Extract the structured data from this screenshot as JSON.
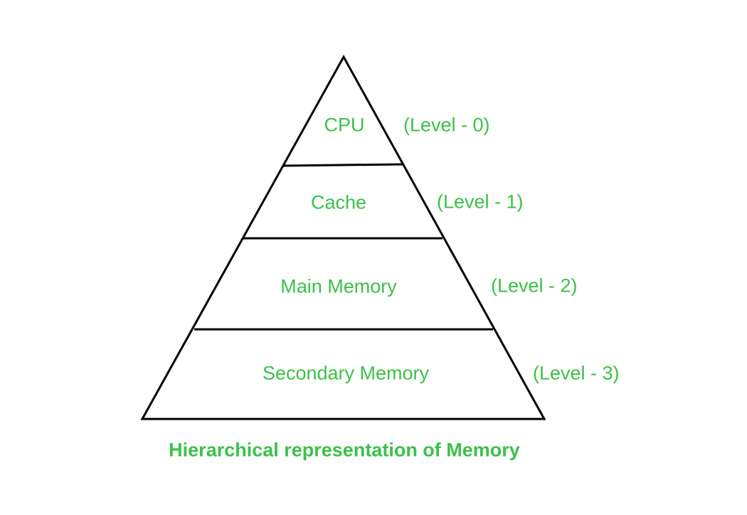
{
  "diagram": {
    "type": "pyramid",
    "title": "Hierarchical representation of Memory",
    "text_color": "#3cc04a",
    "line_color": "#000000",
    "tiers": [
      {
        "name": "CPU",
        "level": "(Level - 0)"
      },
      {
        "name": "Cache",
        "level": "(Level - 1)"
      },
      {
        "name": "Main Memory",
        "level": "(Level - 2)"
      },
      {
        "name": "Secondary Memory",
        "level": "(Level - 3)"
      }
    ]
  }
}
